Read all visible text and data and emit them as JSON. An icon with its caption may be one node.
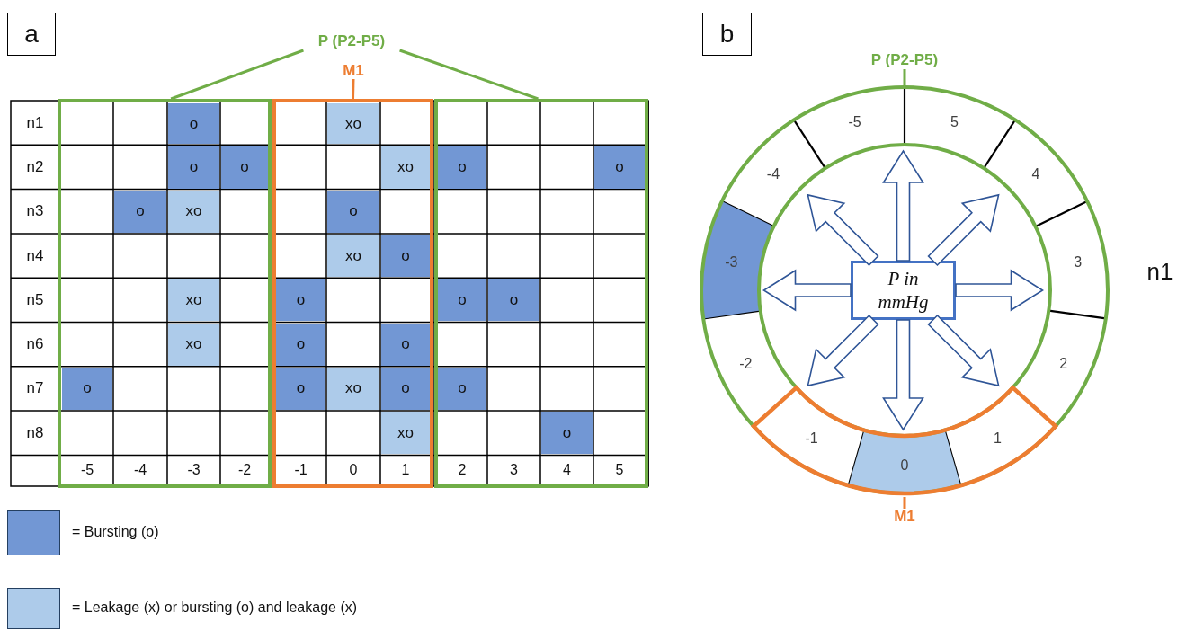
{
  "diagram": {
    "nodes": [
      {
        "text": [
          "a"
        ]
      },
      {
        "text": [
          "b"
        ]
      },
      {
        "text": [
          "P (P2-P5)"
        ]
      },
      {
        "text": [
          "M1"
        ]
      },
      {
        "text": [],
        "shape": "box"
      },
      {
        "text": [],
        "shape": "box"
      },
      {
        "text": [],
        "shape": "box"
      },
      {
        "text": [
          "P (P2-P5)"
        ]
      },
      {
        "text": [],
        "shape": "circle"
      },
      {
        "text": [],
        "shape": "arc",
        "in": 8
      },
      {
        "text": [
          "P in mmHg"
        ],
        "in": 8
      },
      {
        "text": [
          "M1"
        ]
      }
    ],
    "edges": [
      {
        "from": 2,
        "to": 4,
        "arrow": "none",
        "color": "#70ad47"
      },
      {
        "from": 2,
        "to": 6,
        "arrow": "none",
        "color": "#70ad47"
      },
      {
        "from": 3,
        "to": 5,
        "arrow": "none",
        "color": "#ed7d31"
      },
      {
        "from": 7,
        "to": 8,
        "arrow": "none",
        "color": "#70ad47"
      },
      {
        "from": 11,
        "to": 9,
        "arrow": "none",
        "color": "#ed7d31"
      },
      {
        "from": 10,
        "to": null,
        "arrow": "to"
      },
      {
        "from": 10,
        "to": null,
        "arrow": "to"
      },
      {
        "from": 10,
        "to": null,
        "arrow": "to"
      },
      {
        "from": 10,
        "to": null,
        "arrow": "to"
      },
      {
        "from": 10,
        "to": null,
        "arrow": "to"
      },
      {
        "from": 10,
        "to": null,
        "arrow": "to"
      },
      {
        "from": 10,
        "to": null,
        "arrow": "to"
      },
      {
        "from": 10,
        "to": null,
        "arrow": "to"
      }
    ],
    "labels": [
      "n1",
      "o",
      "xo",
      "n2",
      "o",
      "o",
      "xo",
      "o",
      "o",
      "n3",
      "o",
      "xo",
      "o",
      "n4",
      "xo",
      "o",
      "n5",
      "xo",
      "o",
      "o",
      "o",
      "n6",
      "xo",
      "o",
      "o",
      "n7",
      "o",
      "o",
      "xo",
      "o",
      "o",
      "n8",
      "xo",
      "o",
      "-5",
      "-4",
      "-3",
      "-2",
      "-1",
      "0",
      "1",
      "2",
      "3",
      "4",
      "5",
      "-5",
      "5",
      "-4",
      "4",
      "-3",
      "3",
      "n1",
      "-2",
      "2",
      "-1",
      "1",
      "0"
    ],
    "legend": [
      {
        "text": "= Bursting (o)",
        "color": "#7297d4"
      },
      {
        "text": "= Leakage (x) or bursting (o) and leakage (x)",
        "color": "#adcbea"
      }
    ]
  }
}
